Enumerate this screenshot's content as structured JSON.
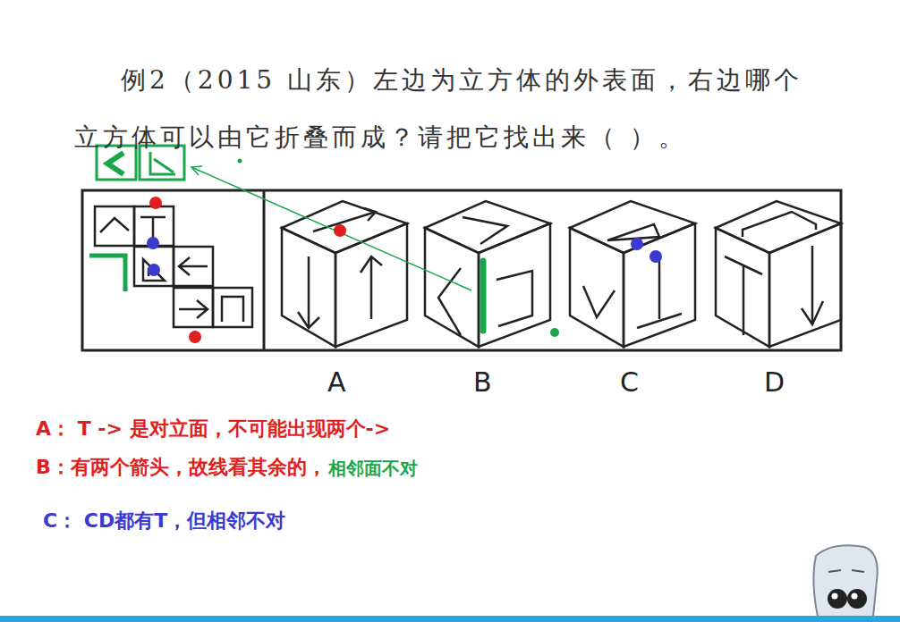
{
  "diagram": {
    "title": "例2（2015 山东）左边为立方体的外表面，右边哪个立方体可以由它折叠而成？请把它找出来（ ）。",
    "labels": [
      "A",
      "B",
      "C",
      "D",
      "A： T -> 是对立面，不可能出现两个->",
      "B：有两个箭头，故线看其余的，",
      "相邻面不对",
      "C： CD都有T，但相邻不对"
    ]
  }
}
